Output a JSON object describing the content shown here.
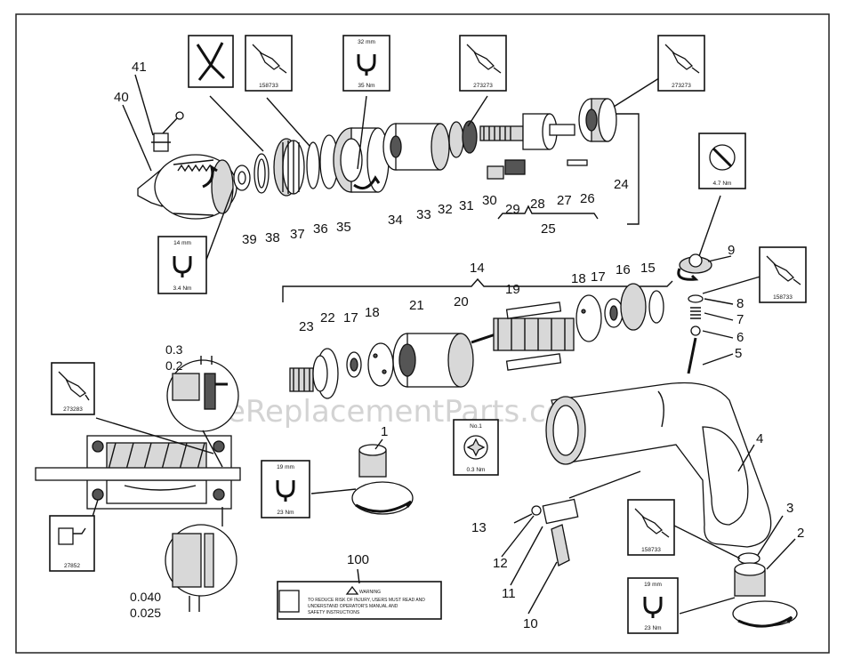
{
  "watermark": "eReplacementParts.com",
  "part_numbers": [
    "1",
    "2",
    "3",
    "4",
    "5",
    "6",
    "7",
    "8",
    "9",
    "10",
    "11",
    "12",
    "13",
    "14",
    "15",
    "16",
    "17",
    "17",
    "18",
    "18",
    "19",
    "20",
    "21",
    "22",
    "23",
    "24",
    "25",
    "26",
    "27",
    "28",
    "29",
    "30",
    "31",
    "32",
    "33",
    "34",
    "35",
    "36",
    "37",
    "38",
    "39",
    "40",
    "41",
    "100"
  ],
  "tool_boxes": {
    "b1": {
      "top": "",
      "bottom": "",
      "icon": "pliers-icon"
    },
    "b2": {
      "top": "",
      "bottom": "158733",
      "icon": "oil-can-icon"
    },
    "b3": {
      "top": "32 mm",
      "bottom": "35 Nm",
      "icon": "wrench-icon"
    },
    "b4": {
      "top": "",
      "bottom": "273273",
      "icon": "oil-can-icon"
    },
    "b5": {
      "top": "",
      "bottom": "273273",
      "icon": "oil-can-icon"
    },
    "b6": {
      "top": "14 mm",
      "bottom": "3.4 Nm",
      "icon": "wrench-icon"
    },
    "b7": {
      "top": "",
      "bottom": "4.7 Nm",
      "icon": "screwdriver-icon"
    },
    "b8": {
      "top": "",
      "bottom": "158733",
      "icon": "oil-can-icon"
    },
    "b9": {
      "top": "",
      "bottom": "273283",
      "icon": "oil-can-icon"
    },
    "b10": {
      "top": "",
      "bottom": "27852",
      "icon": "grease-gun-icon"
    },
    "b11": {
      "top": "19 mm",
      "bottom": "23 Nm",
      "icon": "wrench-icon"
    },
    "b12": {
      "top": "No.1",
      "bottom": "0.3 Nm",
      "icon": "torx-icon"
    },
    "b13": {
      "top": "",
      "bottom": "158733",
      "icon": "oil-can-icon"
    },
    "b14": {
      "top": "19 mm",
      "bottom": "23 Nm",
      "icon": "wrench-icon"
    }
  },
  "dimensions": {
    "gap_upper_1": "0.3",
    "gap_upper_2": "0.2",
    "gap_lower_1": "0.040",
    "gap_lower_2": "0.025"
  },
  "warning_label": {
    "heading": "WARNING",
    "line1": "TO REDUCE RISK OF INJURY, USERS MUST READ AND",
    "line2": "UNDERSTAND OPERATOR'S MANUAL AND",
    "line3": "SAFETY INSTRUCTIONS"
  }
}
